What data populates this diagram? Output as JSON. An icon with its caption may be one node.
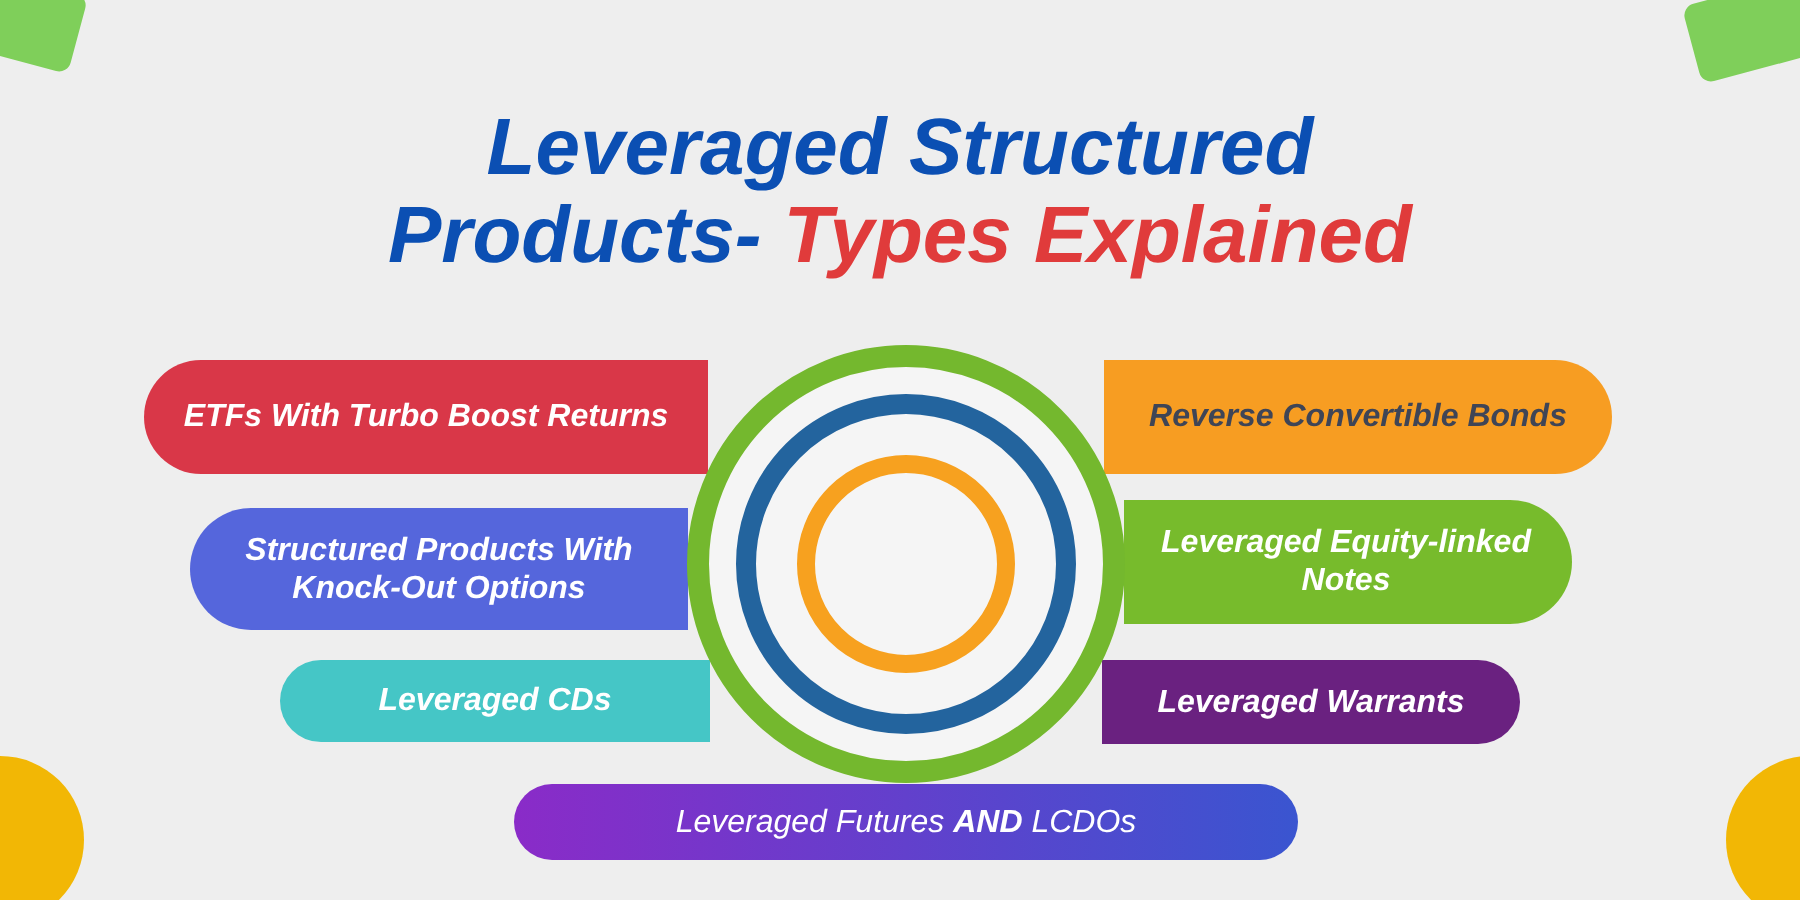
{
  "diagram": {
    "title": "Leveraged Structured Products- **Types Explained**",
    "nodes": [
      {
        "text": [
          "ETFs With Turbo Boost Returns"
        ]
      },
      {
        "text": [
          "Reverse Convertible Bonds"
        ]
      },
      {
        "text": [
          "Structured Products With Knock-Out Options"
        ]
      },
      {
        "text": [
          "Leveraged Equity-linked Notes"
        ]
      },
      {
        "text": [
          "Leveraged CDs"
        ]
      },
      {
        "text": [
          "Leveraged Warrants"
        ]
      },
      {
        "text": [
          "Leveraged Futures **AND** LCDOs"
        ]
      },
      {
        "text": [],
        "shape": "circle"
      }
    ]
  }
}
